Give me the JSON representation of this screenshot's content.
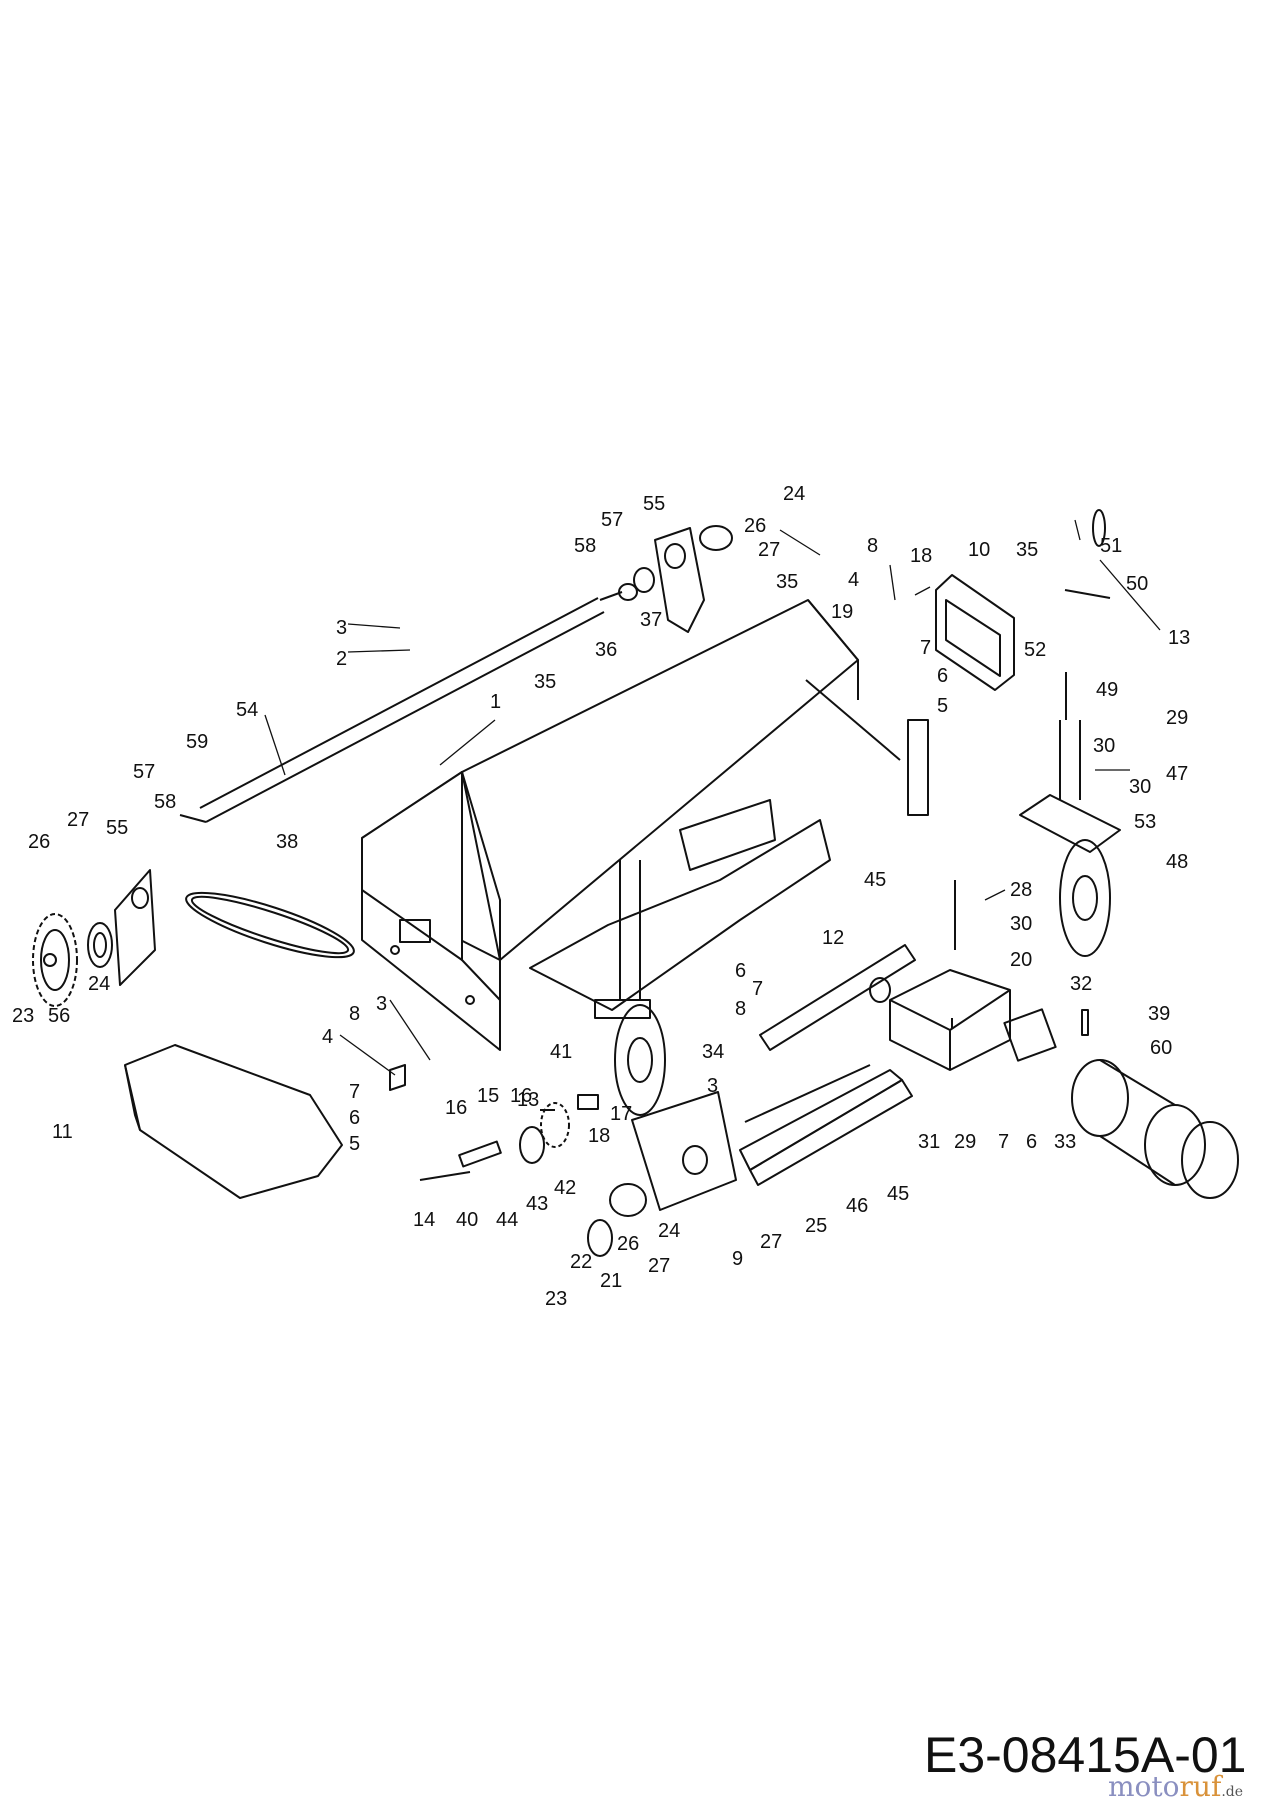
{
  "diagram": {
    "drawing_code": "E3-08415A-01",
    "watermark": {
      "left": "moto",
      "right": "ruf",
      "suffix": ".de"
    },
    "part_numbers": [
      "1",
      "2",
      "3",
      "4",
      "5",
      "6",
      "7",
      "8",
      "9",
      "10",
      "11",
      "12",
      "13",
      "14",
      "15",
      "16",
      "17",
      "18",
      "19",
      "20",
      "21",
      "22",
      "23",
      "24",
      "25",
      "26",
      "27",
      "28",
      "29",
      "30",
      "31",
      "32",
      "33",
      "34",
      "35",
      "36",
      "37",
      "38",
      "39",
      "40",
      "41",
      "42",
      "43",
      "44",
      "45",
      "46",
      "47",
      "48",
      "49",
      "50",
      "51",
      "52",
      "53",
      "54",
      "55",
      "56",
      "57",
      "58",
      "59",
      "60"
    ],
    "line_color": "#111111",
    "watermark_colors": {
      "left": "#8a8fc0",
      "right": "#d9923a"
    }
  }
}
